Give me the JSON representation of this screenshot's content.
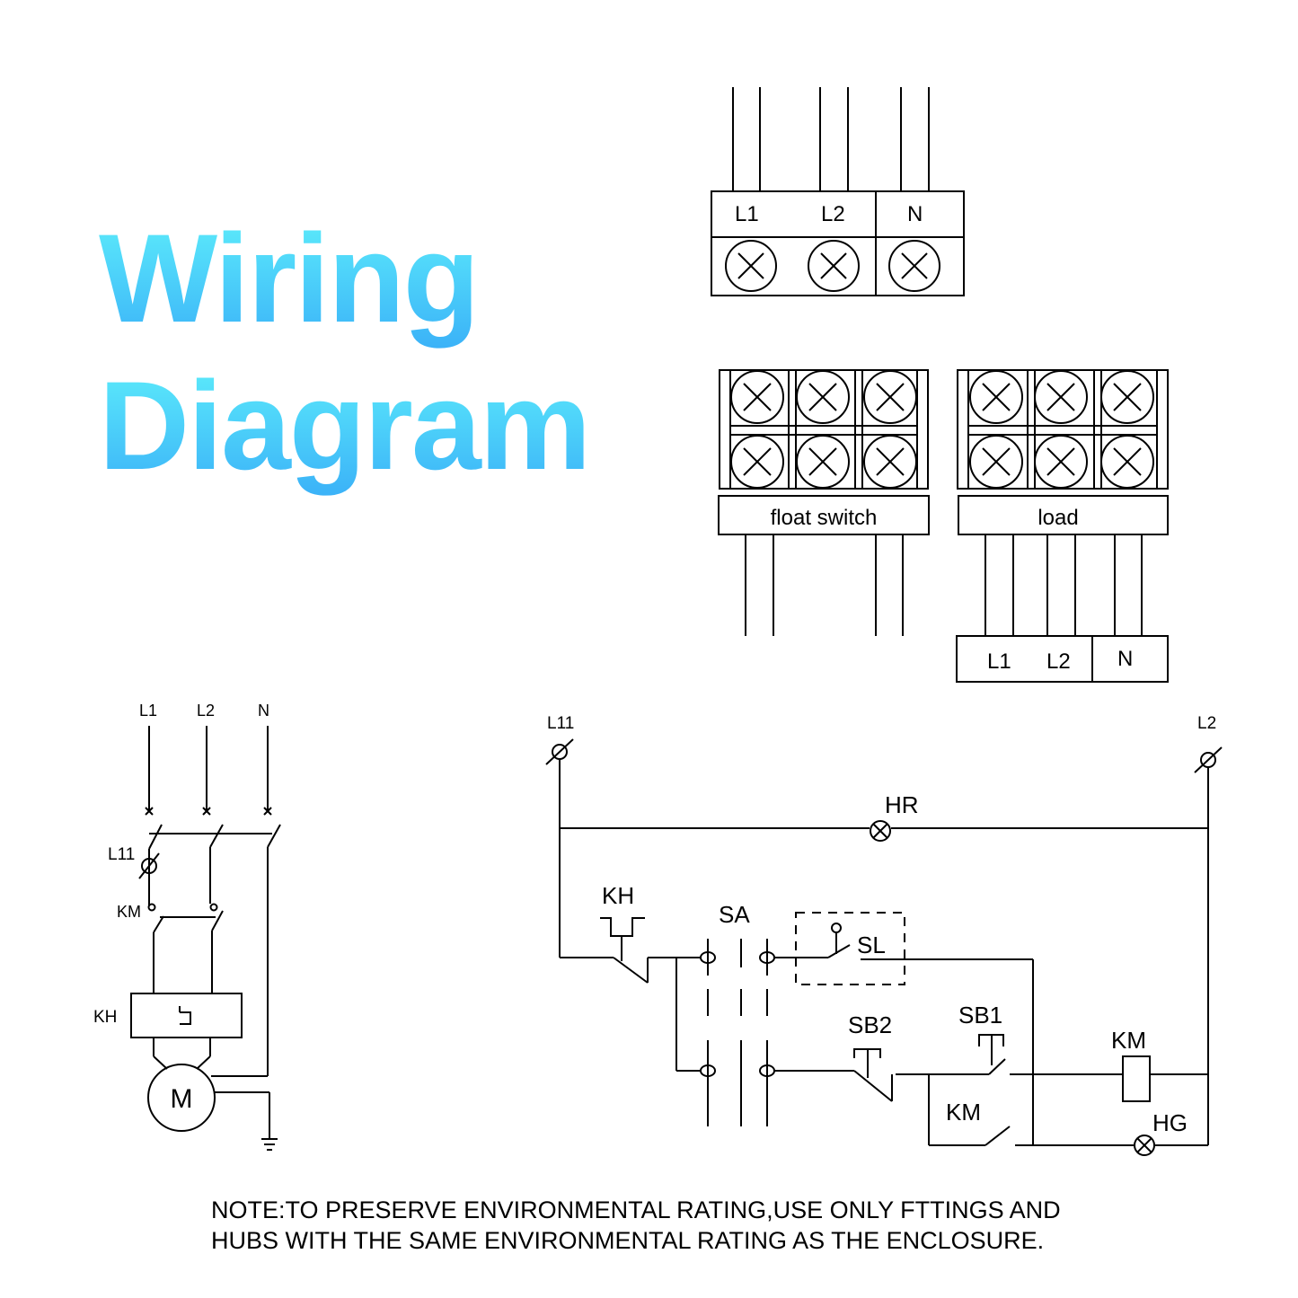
{
  "title": {
    "line1": "Wiring",
    "line2": "Diagram"
  },
  "colors": {
    "title_gradient_start": "#5EEFFB",
    "title_gradient_end": "#3BB2F8",
    "line": "#000000"
  },
  "terminal_block_top": {
    "labels": [
      "L1",
      "L2",
      "N"
    ]
  },
  "float_switch_block": {
    "label": "float switch"
  },
  "load_block": {
    "label": "load",
    "labels": [
      "L1",
      "L2",
      "N"
    ]
  },
  "motor_circuit": {
    "inputs": [
      "L1",
      "L2",
      "N"
    ],
    "labels": {
      "fuse": "L11",
      "contactor": "KM",
      "overload": "KH",
      "motor": "M"
    }
  },
  "control_circuit": {
    "left_rail": "L11",
    "right_rail": "L2",
    "labels": {
      "hr": "HR",
      "kh": "KH",
      "sa": "SA",
      "sl": "SL",
      "sb2": "SB2",
      "sb1": "SB1",
      "km_coil": "KM",
      "km_contact": "KM",
      "hg": "HG"
    }
  },
  "note": {
    "line1": "NOTE:TO PRESERVE ENVIRONMENTAL RATING,USE ONLY FTTINGS AND",
    "line2": "HUBS WITH THE SAME ENVIRONMENTAL RATING AS THE ENCLOSURE."
  }
}
